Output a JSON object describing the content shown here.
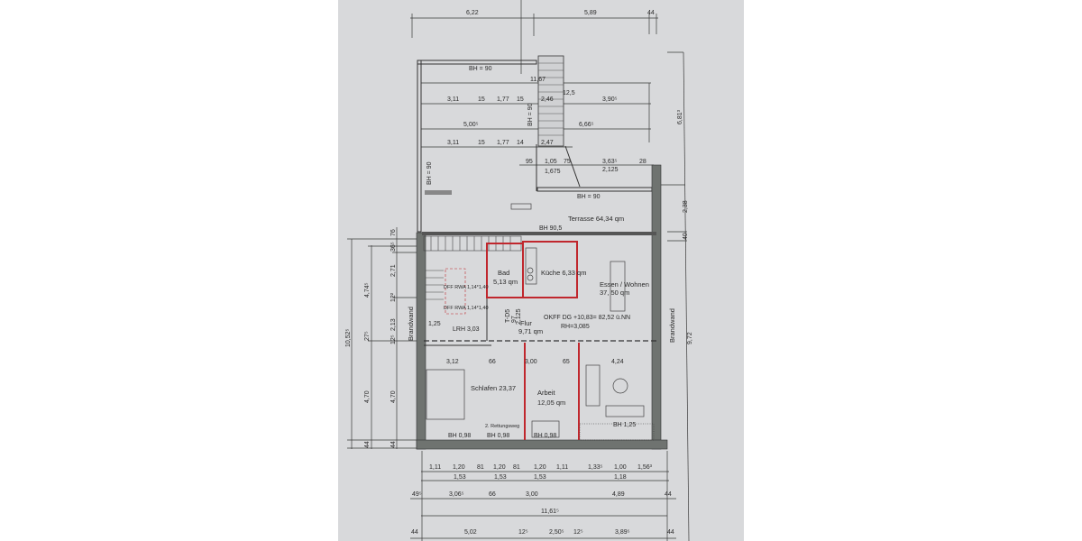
{
  "colors": {
    "paper": "#d8d9db",
    "wall": "#6f7370",
    "highlight": "#c0272d"
  },
  "rooms": {
    "terrace": "Terrasse 64,34 qm",
    "bath_name": "Bad",
    "bath_area": "5,13 qm",
    "kitchen": "Küche 6,33 qm",
    "living_name": "Essen / Wohnen",
    "living_area": "37, 50 qm",
    "hall_name": "Flur",
    "hall_area": "9,71 qm",
    "bedroom": "Schlafen 23,37",
    "office_name": "Arbeit",
    "office_area": "12,05 qm",
    "level": "OKFF DG +10,83= 82,52 ü.NN",
    "room_height": "RH=3,085",
    "stair_height": "LRH 3,03",
    "rwa1": "DFF RWA 1,14*1,40",
    "rwa2": "DFF RWA 1,14*1,40",
    "escape": "2. Rettungsweg",
    "door": "T-D5",
    "firewall_left": "Brandwand",
    "firewall_right": "Brandwand"
  },
  "parapets": [
    "BH = 90",
    "BH = 90",
    "BH = 90",
    "BH = 90",
    "BH 90,5",
    "BH 0,98",
    "BH 0,98",
    "BH 0,98",
    "BH 1,25"
  ],
  "dims_top": [
    "6,22",
    "5,89",
    "44",
    "11,67",
    "3,11",
    "15",
    "1,77",
    "15",
    "2,46",
    "12,5",
    "3,90⁵",
    "5,00⁵",
    "6,66⁵",
    "3,11",
    "15",
    "1,77",
    "14",
    "2,47",
    "95",
    "1,05",
    "75",
    "3,63⁵",
    "28",
    "1,675",
    "2,125"
  ],
  "dims_mid": [
    "1,25",
    "97",
    "2,125",
    "3,12",
    "66",
    "3,00",
    "65",
    "4,24"
  ],
  "dims_bottom_row1": [
    "1,11",
    "1,20",
    "81",
    "1,20",
    "81",
    "1,20",
    "1,11",
    "1,33⁵",
    "1,00",
    "1,56³"
  ],
  "dims_bottom_row2": [
    "1,53",
    "1,53",
    "1,53",
    "1,18"
  ],
  "dims_bottom_row3": [
    "49⁵",
    "3,06⁵",
    "66",
    "3,00",
    "4,89",
    "44"
  ],
  "dims_bottom_row4": [
    "11,61⁵"
  ],
  "dims_bottom_row5": [
    "44",
    "5,02",
    "12⁵",
    "2,50⁵",
    "12⁵",
    "3,89⁵",
    "44"
  ],
  "dims_left": [
    "10,52⁵",
    "4,74⁵",
    "27⁵",
    "4,70",
    "76",
    "36⁵",
    "2,71",
    "12²",
    "2,13",
    "12⁵",
    "4,70",
    "44",
    "44"
  ],
  "dims_right": [
    "6,81³",
    "2,38",
    "40",
    "9,72"
  ]
}
